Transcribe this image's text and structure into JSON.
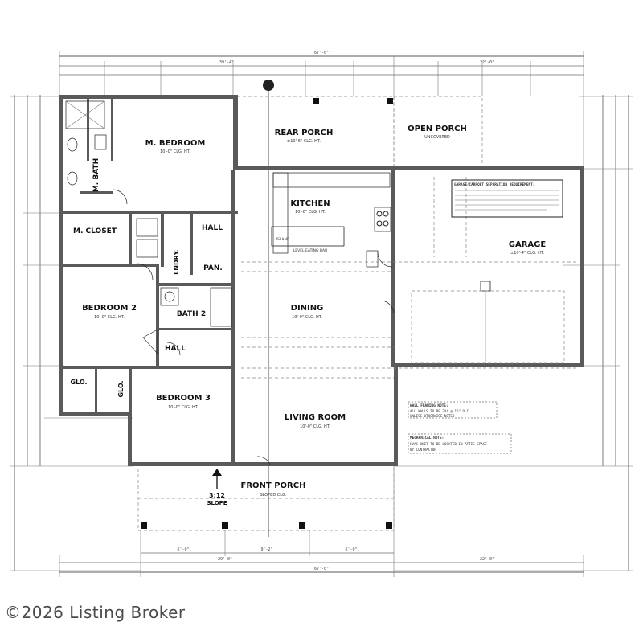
{
  "rooms": {
    "m_bedroom": {
      "name": "M. BEDROOM",
      "ceiling": "10'-0\" CLG. HT."
    },
    "rear_porch": {
      "name": "REAR PORCH",
      "ceiling": "±10'-6\" CLG. HT."
    },
    "open_porch": {
      "name": "OPEN PORCH",
      "ceiling": "UNCOVERED"
    },
    "m_bath": {
      "name": "M. BATH"
    },
    "kitchen": {
      "name": "KITCHEN",
      "ceiling": "10'-0\" CLG. HT."
    },
    "island": {
      "name": "ISLAND"
    },
    "island_note": {
      "name": "LEVEL EATING BAR"
    },
    "m_closet": {
      "name": "M. CLOSET"
    },
    "laundry": {
      "name": "LNDRY."
    },
    "hall1": {
      "name": "HALL"
    },
    "pan": {
      "name": "PAN."
    },
    "garage": {
      "name": "GARAGE",
      "ceiling": "±10'-4\" CLG. HT."
    },
    "bedroom2": {
      "name": "BEDROOM 2",
      "ceiling": "10'-0\" CLG. HT."
    },
    "bath2": {
      "name": "BATH 2"
    },
    "dining": {
      "name": "DINING",
      "ceiling": "10'-0\" CLG. HT."
    },
    "hall2": {
      "name": "HALL"
    },
    "glo1": {
      "name": "GLO."
    },
    "glo2": {
      "name": "GLO."
    },
    "bedroom3": {
      "name": "BEDROOM 3",
      "ceiling": "10'-0\" CLG. HT."
    },
    "living": {
      "name": "LIVING ROOM",
      "ceiling": "10'-0\" CLG. HT."
    },
    "front_porch": {
      "name": "FRONT PORCH",
      "ceiling": "SLOPED CLG."
    }
  },
  "slope": {
    "value": "3:12",
    "label": "SLOPE"
  },
  "notes": {
    "garage_title": "GARAGE/CARPORT SEPARATION REQUIREMENT:",
    "wall_framing_title": "WALL FRAMING NOTE:",
    "wall_framing_line1": "ALL WALLS TO BE 2X4 @ 16\" O.C.",
    "wall_framing_line2": "UNLESS OTHERWISE NOTED",
    "mechanical_title": "MECHANICAL NOTE:",
    "mechanical_line1": "HVAC UNIT TO BE LOCATED IN ATTIC SPACE",
    "mechanical_line2": "BY CONTRACTOR"
  },
  "dimensions": {
    "overall": "67'-0\"",
    "left_section": "39'-4\"",
    "right_section": "22'-0\"",
    "bottom_left": "29'-0\"",
    "bottom_right": "22'-0\"",
    "porch_center": "9'-2\"",
    "porch_left": "6'-0\"",
    "porch_right": "6'-0\""
  },
  "watermark": "©2026 Listing Broker"
}
